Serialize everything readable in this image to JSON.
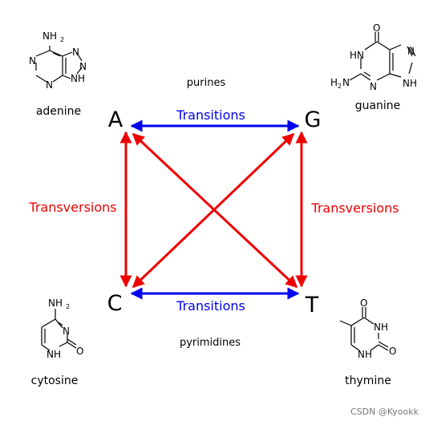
{
  "nodes": {
    "a": "A",
    "g": "G",
    "c": "C",
    "t": "T"
  },
  "groups": {
    "purines": "purines",
    "pyrimidines": "pyrimidines"
  },
  "edges": {
    "transitions_top": "Transitions",
    "transitions_bottom": "Transitions",
    "transversions_left": "Transversions",
    "transversions_right": "Transversions"
  },
  "molecules": {
    "adenine": {
      "name": "adenine",
      "amine": "NH",
      "amine_sub": "2",
      "n1": "N",
      "n2": "N",
      "n3": "N",
      "n4": "N",
      "nh": "NH"
    },
    "guanine": {
      "name": "guanine",
      "o": "O",
      "hn": "HN",
      "n1": "N",
      "n2": "N",
      "nh": "NH",
      "h2n": "H",
      "h2n_sub": "2",
      "h2n_n": "N"
    },
    "cytosine": {
      "name": "cytosine",
      "amine": "NH",
      "amine_sub": "2",
      "n": "N",
      "nh": "NH",
      "o": "O"
    },
    "thymine": {
      "name": "thymine",
      "o1": "O",
      "o2": "O",
      "nh1": "NH",
      "nh2": "NH"
    }
  },
  "watermark": "CSDN @Kyookk",
  "colors": {
    "transition": "#0000ee",
    "transversion": "#ee0000",
    "text": "#000000",
    "watermark": "#777777"
  }
}
